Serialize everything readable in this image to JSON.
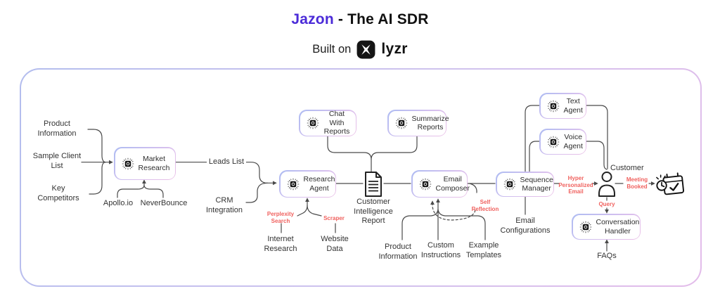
{
  "header": {
    "brand": "Jazon",
    "title_rest": " - The AI SDR",
    "built_on": "Built on",
    "logo_wordmark": "lyzr"
  },
  "colors": {
    "brand_purple": "#4b2bd8",
    "edge_label_red": "#f0615e",
    "wire_gray": "#4a4a4a",
    "panel_border_blue": "#b3bdee",
    "panel_border_pink": "#e3bcea"
  },
  "icons": {
    "agent_chip": "ai-chip",
    "report_document": "document",
    "customer_person": "person",
    "meeting_calendar": "calendar-check",
    "lyzr_logo": "lyzr-mark"
  },
  "nodes": {
    "market_research": "Market Research",
    "chat_with_reports": "Chat With Reports",
    "summarize_reports": "Summarize Reports",
    "research_agent": "Research Agent",
    "email_composer": "Email Composer",
    "sequence_manager": "Sequence Manager",
    "text_agent": "Text Agent",
    "voice_agent": "Voice Agent",
    "conversation_handler": "Conversation Handler"
  },
  "labels": {
    "product_information": "Product Information",
    "sample_client_list": "Sample Client List",
    "key_competitors": "Key Competitors",
    "apollo": "Apollo.io",
    "neverbounce": "NeverBounce",
    "leads_list": "Leads List",
    "crm_integration": "CRM Integration",
    "internet_research": "Internet Research",
    "website_data": "Website Data",
    "customer_intelligence_report": "Customer Intelligence Report",
    "composer_product_information": "Product Information",
    "custom_instructions": "Custom Instructions",
    "example_templates": "Example Templates",
    "email_configurations": "Email Configurations",
    "customer": "Customer",
    "faqs": "FAQs"
  },
  "edge_labels": {
    "perplexity_search": "Perplexity Search",
    "scraper": "Scraper",
    "self_reflection": "Self Reflection",
    "hyper_personalized_email": "Hyper Personalized Email",
    "meeting_booked": "Meeting Booked",
    "query": "Query"
  }
}
